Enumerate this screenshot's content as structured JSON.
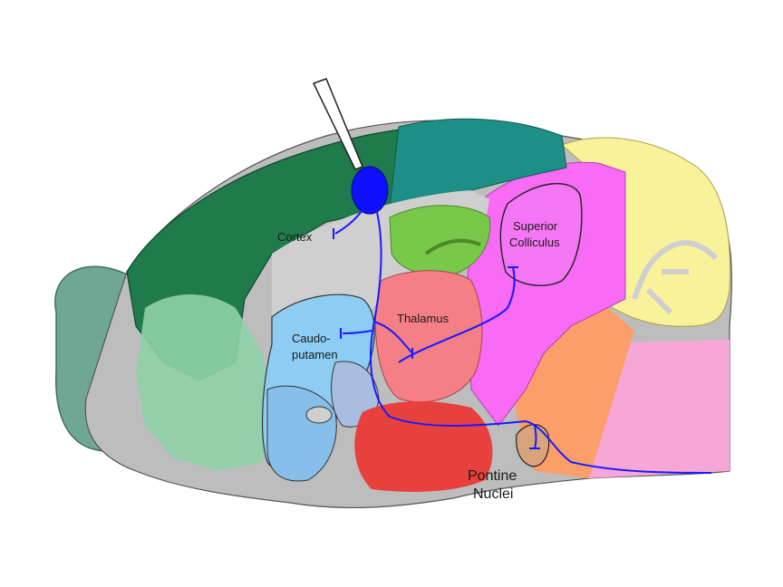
{
  "labels": {
    "cortex": "Cortex",
    "caudoputamen_1": "Caudo-",
    "caudoputamen_2": "putamen",
    "thalamus": "Thalamus",
    "superior_colliculus_1": "Superior",
    "superior_colliculus_2": "Colliculus",
    "pontine_1": "Pontine",
    "pontine_2": "Nuclei"
  },
  "colors": {
    "cortex_dark": "#1f7a4c",
    "cortex_teal": "#1e8f86",
    "olfactory": "#6fa694",
    "thalamus": "#f47f86",
    "hypothalamus": "#e8403c",
    "midbrain": "#f76bf5",
    "cerebellum": "#f8f39a",
    "pons": "#f7a7d6",
    "medulla": "#fb9e6a",
    "striatum": "#8ecdf3",
    "hippocampus_green": "#79c84a",
    "white_matter": "#bdbdbd",
    "projection": "#1a1aff",
    "injection": "#0f0fff"
  }
}
